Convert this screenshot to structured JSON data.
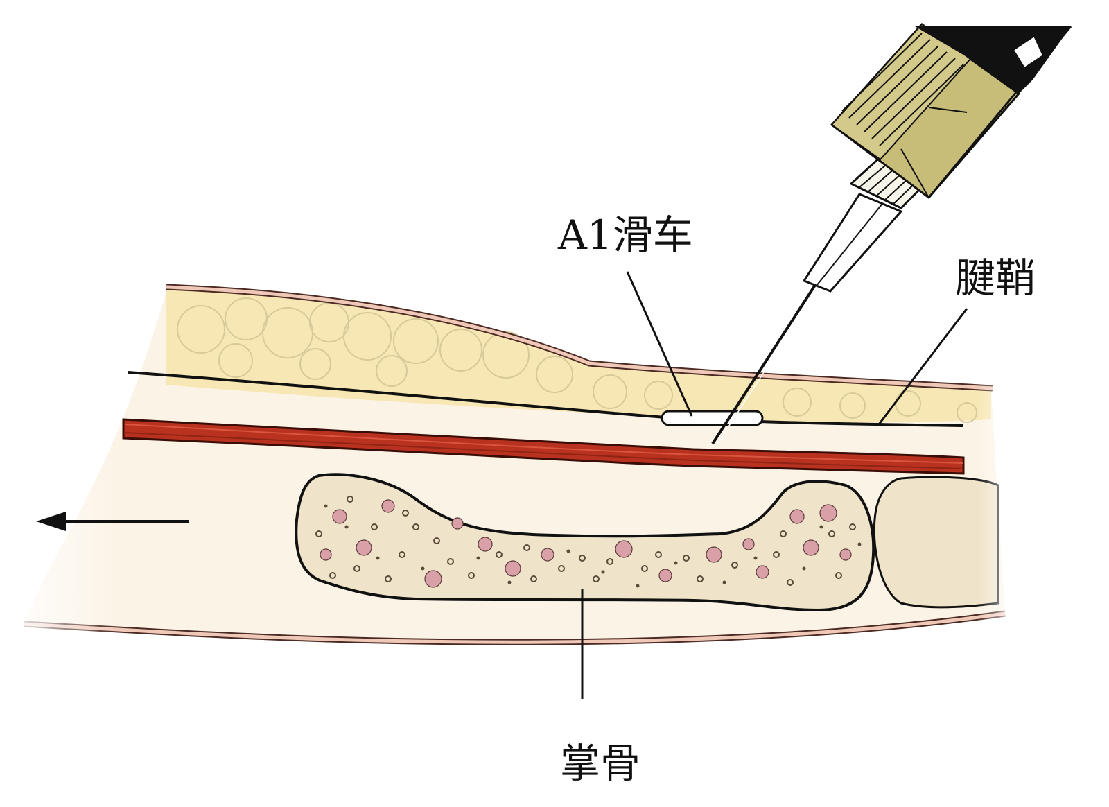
{
  "labels": {
    "a1_pulley": "A1滑车",
    "tendon_sheath": "腱鞘",
    "metacarpal": "掌骨"
  },
  "colors": {
    "skin_edge": "#f0c8b8",
    "fat": "#f7e7b4",
    "tendon": "#b8321f",
    "bone_fill": "#efe3c9",
    "marrow_speck": "#d9a0a8",
    "soft_tissue": "#fbf3e6",
    "syringe_body": "#c8bd78",
    "syringe_cap": "#111111"
  },
  "icons": {
    "direction_arrow": "arrow-left-icon",
    "needle": "syringe-icon"
  }
}
